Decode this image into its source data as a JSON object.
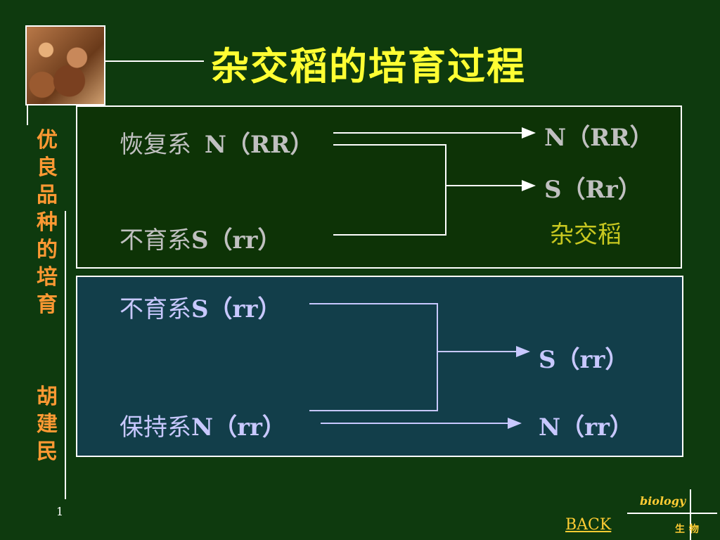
{
  "title": "杂交稻的培育过程",
  "side_title": "优良品种的培育",
  "side_author": "胡建民",
  "box1": {
    "left": {
      "restorer_label": "恢复系",
      "restorer_code": "N（RR）",
      "sterile_label": "不育系",
      "sterile_code": "S（rr）"
    },
    "right": {
      "out1": "N（RR）",
      "out2": "S（Rr）",
      "hybrid_label": "杂交稻"
    }
  },
  "box2": {
    "left": {
      "sterile_label": "不育系",
      "sterile_code": "S（rr）",
      "maintainer_label": "保持系",
      "maintainer_code": "N（rr）"
    },
    "right": {
      "out1": "S（rr）",
      "out2": "N（rr）"
    }
  },
  "footer": {
    "page_number": "1",
    "back_label": "BACK",
    "logo_text": "biology",
    "logo_chinese": "生物"
  },
  "colors": {
    "background": "#0e3a0e",
    "title": "#ffff33",
    "side_text": "#ff9933",
    "box1_text": "#c0c0c0",
    "box2_text": "#c8c8ff",
    "hybrid_text": "#c8c820",
    "link": "#ffcc33"
  }
}
